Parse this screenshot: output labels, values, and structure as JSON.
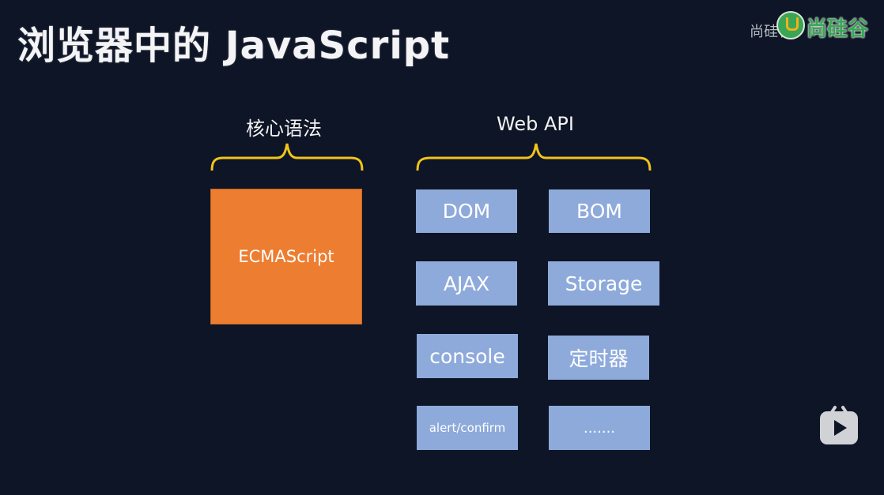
{
  "slide": {
    "title": "浏览器中的 JavaScript",
    "watermark_text": "尚硅谷",
    "logo_text": "尚硅谷"
  },
  "sections": {
    "core": {
      "label": "核心语法",
      "box_label": "ECMAScript",
      "box_color": "#ed7d31"
    },
    "web_api": {
      "label": "Web API",
      "box_color": "#8eaadb",
      "items": [
        "DOM",
        "BOM",
        "AJAX",
        "Storage",
        "console",
        "定时器",
        "alert/confirm",
        "......."
      ]
    }
  },
  "brace_color": "#f2c31b",
  "icons": {
    "logo": "shangguigu-logo-icon",
    "player": "bilibili-tv-play-icon"
  }
}
